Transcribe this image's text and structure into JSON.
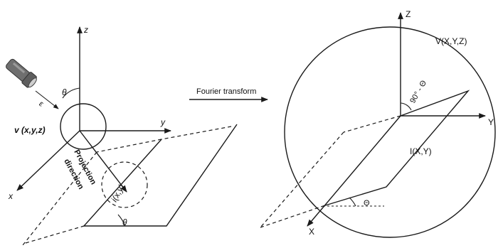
{
  "left_panel": {
    "axis_z": "z",
    "axis_y": "y",
    "axis_x": "x",
    "theta_top": "θ",
    "theta_bottom": "θ",
    "beam_label": "ε",
    "volume_label": "v (x,y,z)",
    "projection_label_line1": "Projection",
    "projection_label_line2": "direction",
    "image_label": "i(x,y)"
  },
  "middle": {
    "transform_label": "Fourier transform"
  },
  "right_panel": {
    "axis_z": "Z",
    "axis_y": "Y",
    "axis_x": "X",
    "volume_label": "V(X,Y,Z)",
    "angle_label": "90° - Θ",
    "image_label": "I(X,Y)",
    "theta_label": "Θ"
  },
  "colors": {
    "ink": "#1a1a1a",
    "torch_body": "#6f6f6f",
    "torch_light": "#cfcfcf"
  },
  "icons": {
    "torch": "flashlight-icon"
  }
}
